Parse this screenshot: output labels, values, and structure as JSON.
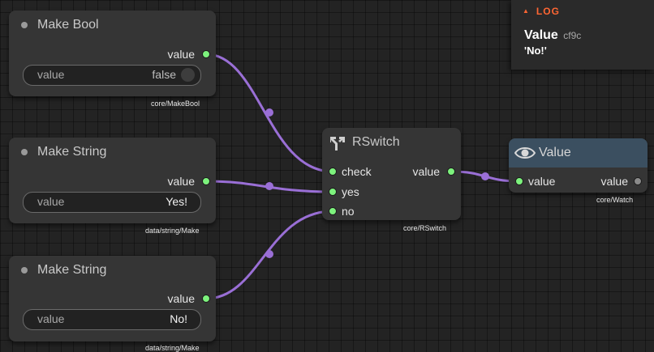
{
  "colors": {
    "canvas_bg": "#232323",
    "node_bg": "#353535",
    "wire": "#9a6fd6",
    "slot_connected": "#7df27d",
    "watch_header": "#3b4f60",
    "log_accent": "#ff6633"
  },
  "nodes": {
    "make_bool": {
      "title": "Make Bool",
      "output_label": "value",
      "widget_label": "value",
      "widget_value": "false",
      "type": "core/MakeBool"
    },
    "make_string_yes": {
      "title": "Make String",
      "output_label": "value",
      "widget_label": "value",
      "widget_value": "Yes!",
      "type": "data/string/Make"
    },
    "make_string_no": {
      "title": "Make String",
      "output_label": "value",
      "widget_label": "value",
      "widget_value": "No!",
      "type": "data/string/Make"
    },
    "rswitch": {
      "title": "RSwitch",
      "icon": "switch-branch-icon",
      "inputs": [
        "check",
        "yes",
        "no"
      ],
      "output_label": "value",
      "type": "core/RSwitch"
    },
    "watch": {
      "title": "Value",
      "icon": "eye-icon",
      "input_label": "value",
      "output_label": "value",
      "type": "core/Watch"
    }
  },
  "log": {
    "header": "LOG",
    "caret": "▲",
    "title": "Value",
    "id": "cf9c",
    "value": "'No!'"
  }
}
